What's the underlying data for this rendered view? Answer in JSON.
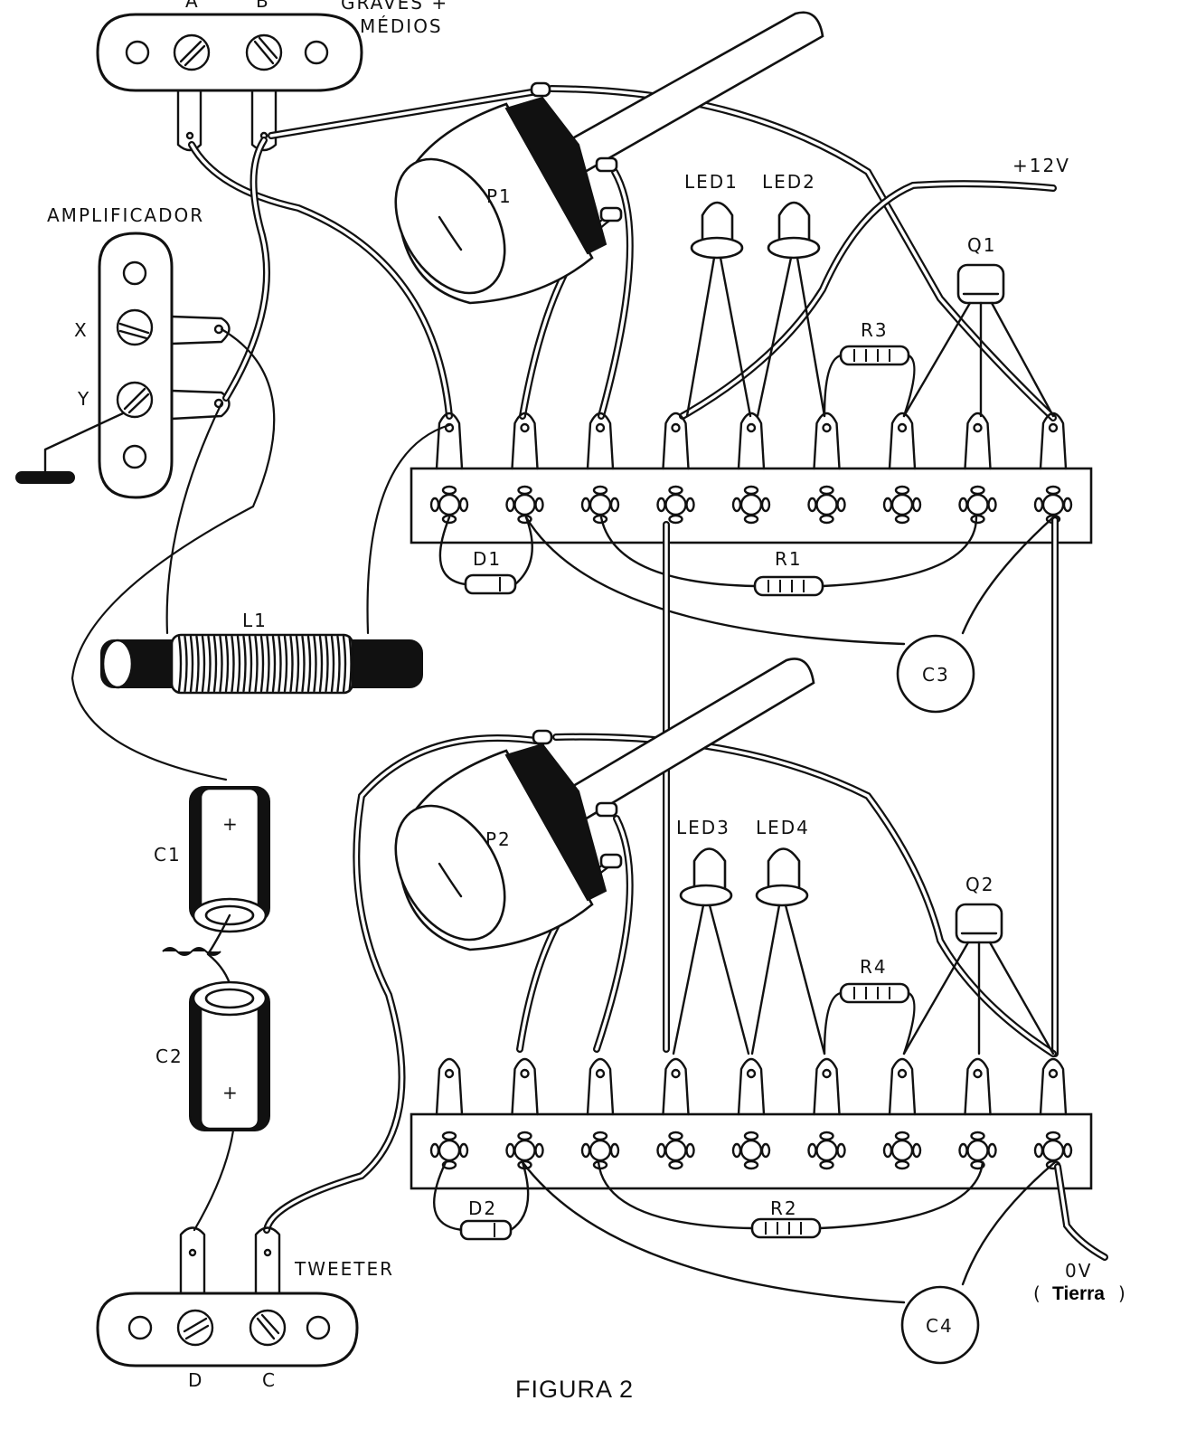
{
  "figure_title": "FIGURA 2",
  "connectors": {
    "woofer": {
      "title_line1": "GRAVES +",
      "title_line2": "MÉDIOS",
      "terminal_a": "A",
      "terminal_b": "B"
    },
    "amplifier": {
      "title": "AMPLIFICADOR",
      "terminal_x": "X",
      "terminal_y": "Y"
    },
    "tweeter": {
      "title": "TWEETER",
      "terminal_d": "D",
      "terminal_c": "C"
    }
  },
  "power": {
    "positive": "+12V",
    "ground_voltage": "0V",
    "ground_label": "Tierra",
    "paren_open": "(",
    "paren_close": ")"
  },
  "components": {
    "p1": "P1",
    "p2": "P2",
    "led1": "LED1",
    "led2": "LED2",
    "led3": "LED3",
    "led4": "LED4",
    "q1": "Q1",
    "q2": "Q2",
    "r1": "R1",
    "r2": "R2",
    "r3": "R3",
    "r4": "R4",
    "d1": "D1",
    "d2": "D2",
    "c1": "C1",
    "c2": "C2",
    "c3": "C3",
    "c4": "C4",
    "l1": "L1",
    "c1_polarity": "+",
    "c2_polarity": "+"
  },
  "terminal_strips": {
    "upper_count": 9,
    "lower_count": 9
  }
}
